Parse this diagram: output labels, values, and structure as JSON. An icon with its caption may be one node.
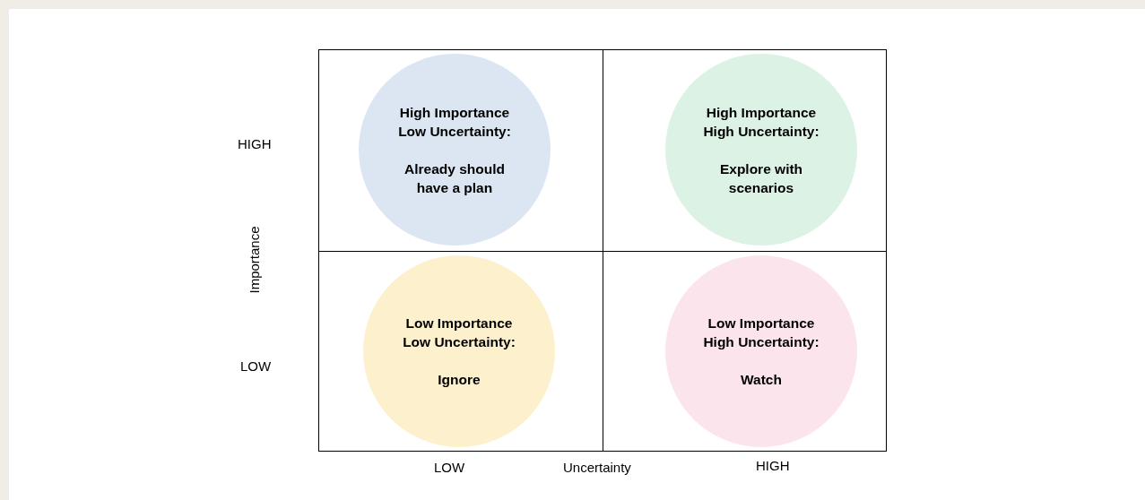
{
  "diagram": {
    "nodes": [
      {
        "text": [
          "High Importance Low Uncertainty:",
          "Already should have a plan"
        ]
      },
      {
        "text": [
          "High Importance High Uncertainty:",
          "Explore with scenarios"
        ]
      },
      {
        "text": [
          "Low Importance Low Uncertainty:",
          "Ignore"
        ]
      },
      {
        "text": [
          "Low Importance High Uncertainty:",
          "Watch"
        ]
      }
    ],
    "edges": [],
    "labels": [
      "HIGH",
      "Importance",
      "LOW",
      "LOW",
      "Uncertainty",
      "HIGH"
    ]
  }
}
